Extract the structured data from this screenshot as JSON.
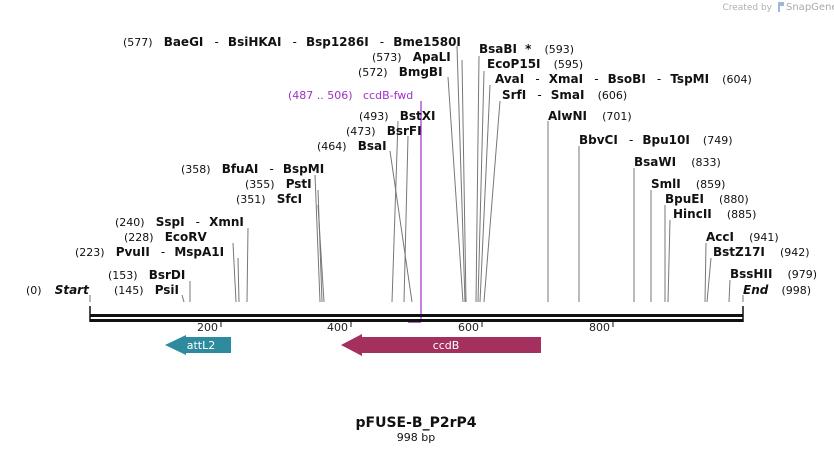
{
  "branding": {
    "created_by": "Created by",
    "app_name": "SnapGene"
  },
  "plasmid": {
    "name": "pFUSE-B_P2rP4",
    "size_label": "998 bp"
  },
  "ends": {
    "start": {
      "pos": "(0)",
      "label": "Start"
    },
    "end": {
      "pos": "(998)",
      "label": "End"
    }
  },
  "ruler": {
    "ticks": [
      "200",
      "400",
      "600",
      "800"
    ]
  },
  "primer": {
    "range": "(487 .. 506)",
    "name": "ccdB-fwd"
  },
  "features": {
    "attL2": {
      "label": "attL2",
      "color": "#2e8b9e"
    },
    "ccdB": {
      "label": "ccdB",
      "color": "#a3305e"
    }
  },
  "sites": {
    "l0_pos": "(577)",
    "l0_n1": "BaeGI",
    "l0_n2": "BsiHKAI",
    "l0_n3": "Bsp1286I",
    "l0_n4": "Bme1580I",
    "r0_n1": "BsaBI",
    "r0_star": "*",
    "r0_pos": "(593)",
    "l1_pos": "(573)",
    "l1_n1": "ApaLI",
    "r1_n1": "EcoP15I",
    "r1_pos": "(595)",
    "l2_pos": "(572)",
    "l2_n1": "BmgBI",
    "r2_n1": "AvaI",
    "r2_n2": "XmaI",
    "r2_n3": "BsoBI",
    "r2_n4": "TspMI",
    "r2_pos": "(604)",
    "r3_n1": "SrfI",
    "r3_n2": "SmaI",
    "r3_pos": "(606)",
    "l4_pos": "(493)",
    "l4_n1": "BstXI",
    "r4_n1": "AlwNI",
    "r4_pos": "(701)",
    "l5_pos": "(473)",
    "l5_n1": "BsrFI",
    "r5_n1": "BbvCI",
    "r5_n2": "Bpu10I",
    "r5_pos": "(749)",
    "l6_pos": "(464)",
    "l6_n1": "BsaI",
    "r6_n1": "BsaWI",
    "r6_pos": "(833)",
    "l7_pos": "(358)",
    "l7_n1": "BfuAI",
    "l7_n2": "BspMI",
    "l8_pos": "(355)",
    "l8_n1": "PstI",
    "r8_n1": "SmlI",
    "r8_pos": "(859)",
    "l9_pos": "(351)",
    "l9_n1": "SfcI",
    "r9_n1": "BpuEI",
    "r9_pos": "(880)",
    "r10_n1": "HincII",
    "r10_pos": "(885)",
    "l11_pos": "(240)",
    "l11_n1": "SspI",
    "l11_n2": "XmnI",
    "l12_pos": "(228)",
    "l12_n1": "EcoRV",
    "r12_n1": "AccI",
    "r12_pos": "(941)",
    "l13_pos": "(223)",
    "l13_n1": "PvuII",
    "l13_n2": "MspA1I",
    "r13_n1": "BstZ17I",
    "r13_pos": "(942)",
    "l14_pos": "(153)",
    "l14_n1": "BsrDI",
    "r14_n1": "BssHII",
    "r14_pos": "(979)",
    "l15_pos": "(145)",
    "l15_n1": "PsiI"
  }
}
